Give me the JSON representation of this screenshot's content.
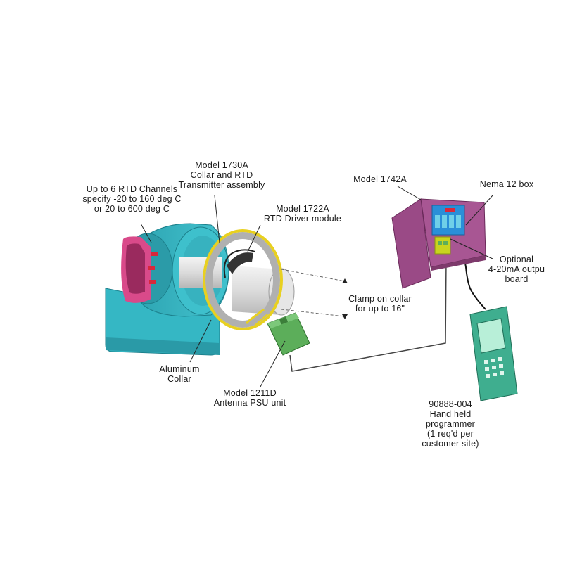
{
  "labels": {
    "rtd_channels": [
      "Up to 6 RTD Channels",
      "specify -20 to 160 deg C",
      "or 20 to 600 deg C"
    ],
    "model_1730a": [
      "Model 1730A",
      "Collar and RTD",
      "Transmitter assembly"
    ],
    "model_1722a": [
      "Model 1722A",
      "RTD Driver module"
    ],
    "model_1742a": [
      "Model 1742A"
    ],
    "nema_box": [
      "Nema 12 box"
    ],
    "optional_board": [
      "Optional",
      "4-20mA outpu",
      "board"
    ],
    "clamp_collar": [
      "Clamp on collar",
      "for up to 16\""
    ],
    "aluminum_collar": [
      "Aluminum",
      "Collar"
    ],
    "model_1211d": [
      "Model 1211D",
      "Antenna PSU unit"
    ],
    "programmer": [
      "90888-004",
      "Hand held",
      "programmer",
      "(1 req'd per",
      "customer site)"
    ]
  },
  "colors": {
    "motor_body": "#35b7c4",
    "motor_dark": "#1f8f9c",
    "rtd_sensor": "#d8283b",
    "shaft": "#d9d9d9",
    "collar_ring": "#e8d020",
    "enclosure": "#9a4a86",
    "psu": "#5cae5a",
    "programmer": "#3fae8f",
    "board": "#2a8fd8"
  }
}
